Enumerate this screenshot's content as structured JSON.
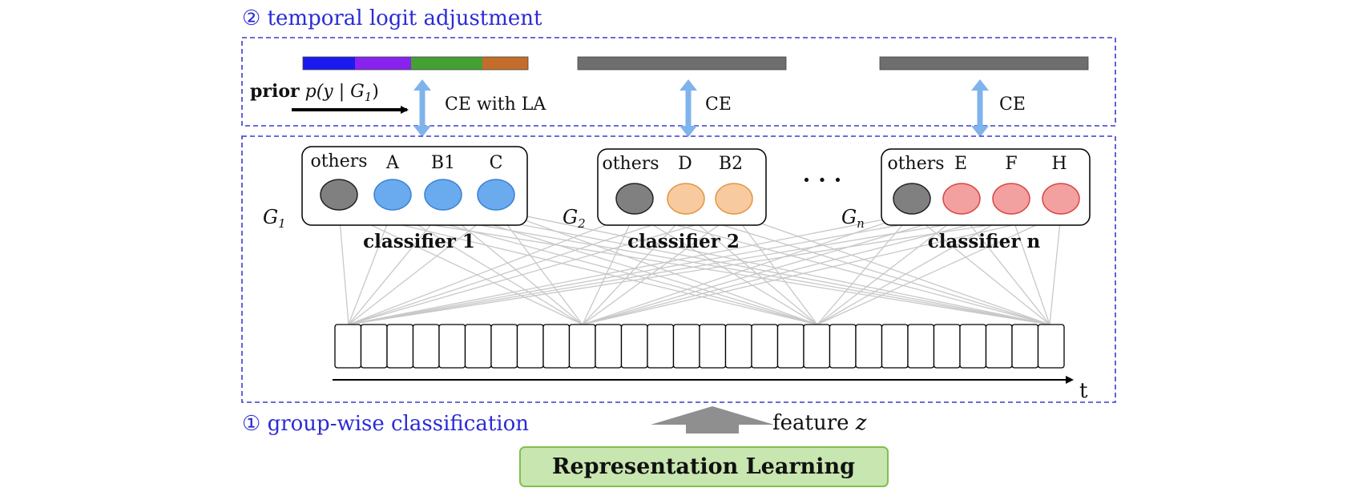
{
  "titles": {
    "top": "② temporal logit adjustment",
    "bottom": "① group-wise classification"
  },
  "prior": {
    "bold": "prior",
    "expr": "p(y | G",
    "sub": "1",
    "close": ")"
  },
  "ce_labels": [
    "CE with LA",
    "CE",
    "CE"
  ],
  "groups": [
    {
      "name": "G",
      "sub": "1",
      "classifier_label": "classifier 1",
      "class_labels": [
        "others",
        "A",
        "B1",
        "C"
      ]
    },
    {
      "name": "G",
      "sub": "2",
      "classifier_label": "classifier 2",
      "class_labels": [
        "others",
        "D",
        "B2"
      ]
    },
    {
      "name": "G",
      "sub": "n",
      "classifier_label": "classifier n",
      "class_labels": [
        "others",
        "E",
        "F",
        "H"
      ]
    }
  ],
  "ellipsis": "· · ·",
  "axis_label": "t",
  "feature": {
    "text": "feature ",
    "var": "z"
  },
  "representation_box": "Representation Learning",
  "colors": {
    "title_blue": "#2b2bd6",
    "dashed_border": "#3a3ad0",
    "others_node": "#808080",
    "group1_node": "#6aabf0",
    "group2_node": "#f7caa0",
    "groupn_node": "#f2a0a0",
    "bar1_segments": [
      "#1a1aee",
      "#8822ee",
      "#44a033",
      "#c46d2a"
    ],
    "grey_bar": "#6e6e6e",
    "arrow_blue": "#7fb3ec",
    "rep_fill": "#c8e6b0",
    "rep_border": "#80c050"
  }
}
